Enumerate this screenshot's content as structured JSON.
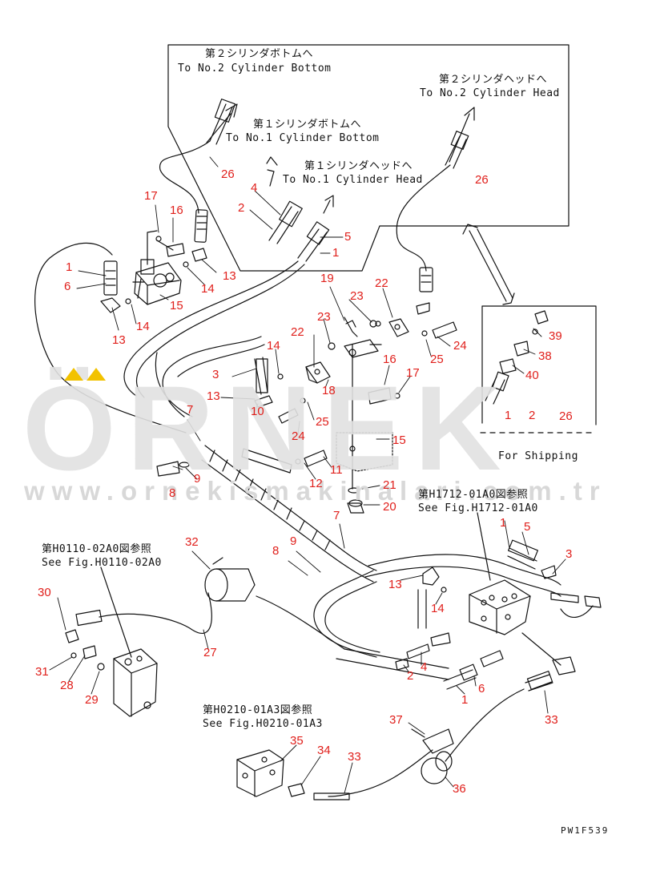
{
  "watermark": {
    "brand": "ÖRNEK",
    "url": "www.ornekismakinalari.com.tr",
    "brand_color": "#e2e2e2",
    "accent_color": "#f2c200"
  },
  "annotations": {
    "to_no2_bottom_ja": "第２シリンダボトムへ",
    "to_no2_bottom_en": "To No.2 Cylinder Bottom",
    "to_no2_head_ja": "第２シリンダヘッドへ",
    "to_no2_head_en": "To No.2 Cylinder Head",
    "to_no1_bottom_ja": "第１シリンダボトムへ",
    "to_no1_bottom_en": "To No.1 Cylinder Bottom",
    "to_no1_head_ja": "第１シリンダヘッドへ",
    "to_no1_head_en": "To No.1 Cylinder Head",
    "for_shipping": "For Shipping",
    "see_h1712_ja": "第H1712-01A0図参照",
    "see_h1712_en": "See Fig.H1712-01A0",
    "see_h0110_ja": "第H0110-02A0図参照",
    "see_h0110_en": "See Fig.H0110-02A0",
    "see_h0210_ja": "第H0210-01A3図参照",
    "see_h0210_en": "See Fig.H0210-01A3"
  },
  "drawing_code": "PW1F539",
  "part_numbers": [
    "1",
    "2",
    "3",
    "4",
    "5",
    "6",
    "7",
    "8",
    "9",
    "10",
    "11",
    "12",
    "13",
    "14",
    "15",
    "16",
    "17",
    "18",
    "19",
    "20",
    "21",
    "22",
    "23",
    "24",
    "25",
    "26",
    "27",
    "28",
    "29",
    "30",
    "31",
    "32",
    "33",
    "34",
    "35",
    "36",
    "37",
    "38",
    "39",
    "40"
  ],
  "callouts": [
    {
      "id": "26a",
      "n": "26"
    },
    {
      "id": "26b",
      "n": "26"
    },
    {
      "id": "26c",
      "n": "26"
    },
    {
      "id": "17a",
      "n": "17"
    },
    {
      "id": "16a",
      "n": "16"
    },
    {
      "id": "4a",
      "n": "4"
    },
    {
      "id": "2a",
      "n": "2"
    },
    {
      "id": "5a",
      "n": "5"
    },
    {
      "id": "1a",
      "n": "1"
    },
    {
      "id": "1b",
      "n": "1"
    },
    {
      "id": "6a",
      "n": "6"
    },
    {
      "id": "13a",
      "n": "13"
    },
    {
      "id": "14a",
      "n": "14"
    },
    {
      "id": "15a",
      "n": "15"
    },
    {
      "id": "13b",
      "n": "13"
    },
    {
      "id": "14b",
      "n": "14"
    },
    {
      "id": "19a",
      "n": "19"
    },
    {
      "id": "22a",
      "n": "22"
    },
    {
      "id": "23a",
      "n": "23"
    },
    {
      "id": "23b",
      "n": "23"
    },
    {
      "id": "22b",
      "n": "22"
    },
    {
      "id": "24a",
      "n": "24"
    },
    {
      "id": "25a",
      "n": "25"
    },
    {
      "id": "14c",
      "n": "14"
    },
    {
      "id": "3a",
      "n": "3"
    },
    {
      "id": "18a",
      "n": "18"
    },
    {
      "id": "16b",
      "n": "16"
    },
    {
      "id": "17b",
      "n": "17"
    },
    {
      "id": "13c",
      "n": "13"
    },
    {
      "id": "10a",
      "n": "10"
    },
    {
      "id": "7a",
      "n": "7"
    },
    {
      "id": "24b",
      "n": "24"
    },
    {
      "id": "25b",
      "n": "25"
    },
    {
      "id": "15b",
      "n": "15"
    },
    {
      "id": "8a",
      "n": "8"
    },
    {
      "id": "9a",
      "n": "9"
    },
    {
      "id": "12a",
      "n": "12"
    },
    {
      "id": "11a",
      "n": "11"
    },
    {
      "id": "21a",
      "n": "21"
    },
    {
      "id": "20a",
      "n": "20"
    },
    {
      "id": "7b",
      "n": "7"
    },
    {
      "id": "39a",
      "n": "39"
    },
    {
      "id": "38a",
      "n": "38"
    },
    {
      "id": "40a",
      "n": "40"
    },
    {
      "id": "1c",
      "n": "1"
    },
    {
      "id": "2b",
      "n": "2"
    },
    {
      "id": "1d",
      "n": "1"
    },
    {
      "id": "5b",
      "n": "5"
    },
    {
      "id": "3b",
      "n": "3"
    },
    {
      "id": "32a",
      "n": "32"
    },
    {
      "id": "9b",
      "n": "9"
    },
    {
      "id": "8b",
      "n": "8"
    },
    {
      "id": "13d",
      "n": "13"
    },
    {
      "id": "14d",
      "n": "14"
    },
    {
      "id": "30a",
      "n": "30"
    },
    {
      "id": "27a",
      "n": "27"
    },
    {
      "id": "4b",
      "n": "4"
    },
    {
      "id": "2c",
      "n": "2"
    },
    {
      "id": "6b",
      "n": "6"
    },
    {
      "id": "1e",
      "n": "1"
    },
    {
      "id": "31a",
      "n": "31"
    },
    {
      "id": "28a",
      "n": "28"
    },
    {
      "id": "29a",
      "n": "29"
    },
    {
      "id": "37a",
      "n": "37"
    },
    {
      "id": "33a",
      "n": "33"
    },
    {
      "id": "35a",
      "n": "35"
    },
    {
      "id": "34a",
      "n": "34"
    },
    {
      "id": "33b",
      "n": "33"
    },
    {
      "id": "36a",
      "n": "36"
    }
  ]
}
